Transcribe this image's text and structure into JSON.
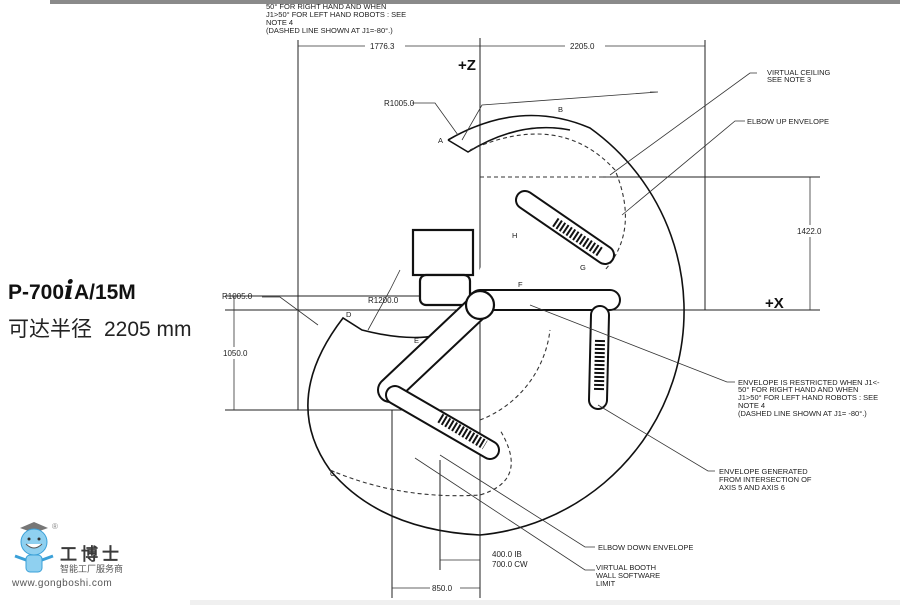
{
  "model": {
    "prefix": "P-700",
    "italic": "i",
    "suffix": "A/15M"
  },
  "reach": {
    "label": "可达半径",
    "value": "2205 mm"
  },
  "logo": {
    "name": "工博士",
    "tagline": "智能工厂服务商",
    "url": "www.gongboshi.com",
    "registered": "®"
  },
  "axes": {
    "z": "+Z",
    "x": "+X"
  },
  "dimensions": {
    "left_width": "1776.3",
    "right_width": "2205.0",
    "height_upper": "1422.0",
    "height_lower": "1050.0",
    "bottom_width": "850.0",
    "booth_offset_1": "400.0 IB",
    "booth_offset_2": "700.0 CW",
    "radius_top": "R1005.0",
    "radius_left": "R1005.0",
    "radius_inner": "R1200.0"
  },
  "points": {
    "a": "A",
    "b": "B",
    "c": "C",
    "d": "D",
    "e": "E",
    "f": "F",
    "g": "G",
    "h": "H"
  },
  "notes": {
    "top_restricted": [
      "50° FOR RIGHT HAND AND WHEN",
      "J1>50° FOR LEFT HAND ROBOTS : SEE",
      "NOTE 4",
      "(DASHED LINE SHOWN AT J1=-80°.)"
    ],
    "virtual_ceiling": [
      "VIRTUAL CEILING",
      "SEE NOTE 3"
    ],
    "elbow_up": "ELBOW UP ENVELOPE",
    "restricted": [
      "ENVELOPE IS RESTRICTED WHEN J1<-",
      "50° FOR RIGHT HAND AND WHEN",
      "J1>50° FOR LEFT HAND ROBOTS : SEE",
      "NOTE 4",
      "(DASHED LINE SHOWN AT J1= -80°.)"
    ],
    "generated": [
      "ENVELOPE GENERATED",
      "FROM INTERSECTION OF",
      "AXIS 5 AND AXIS 6"
    ],
    "elbow_down": "ELBOW DOWN ENVELOPE",
    "booth": [
      "VIRTUAL BOOTH",
      "WALL SOFTWARE",
      "LIMIT"
    ]
  }
}
